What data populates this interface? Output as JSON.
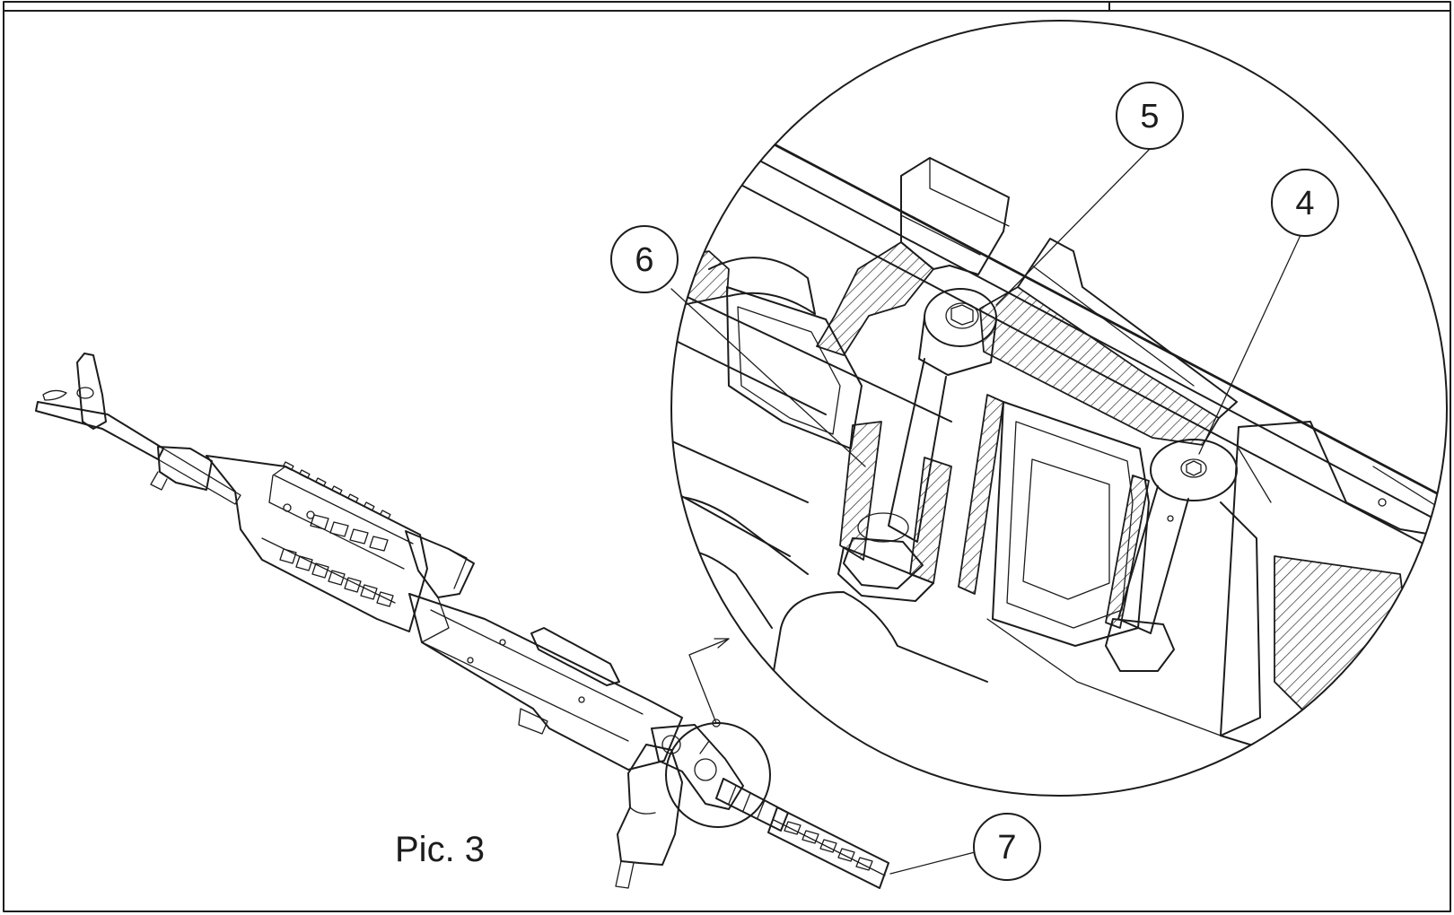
{
  "figure": {
    "caption": "Pic. 3",
    "callouts": [
      {
        "id": "4",
        "label": "4"
      },
      {
        "id": "5",
        "label": "5"
      },
      {
        "id": "6",
        "label": "6"
      },
      {
        "id": "7",
        "label": "7"
      }
    ]
  }
}
